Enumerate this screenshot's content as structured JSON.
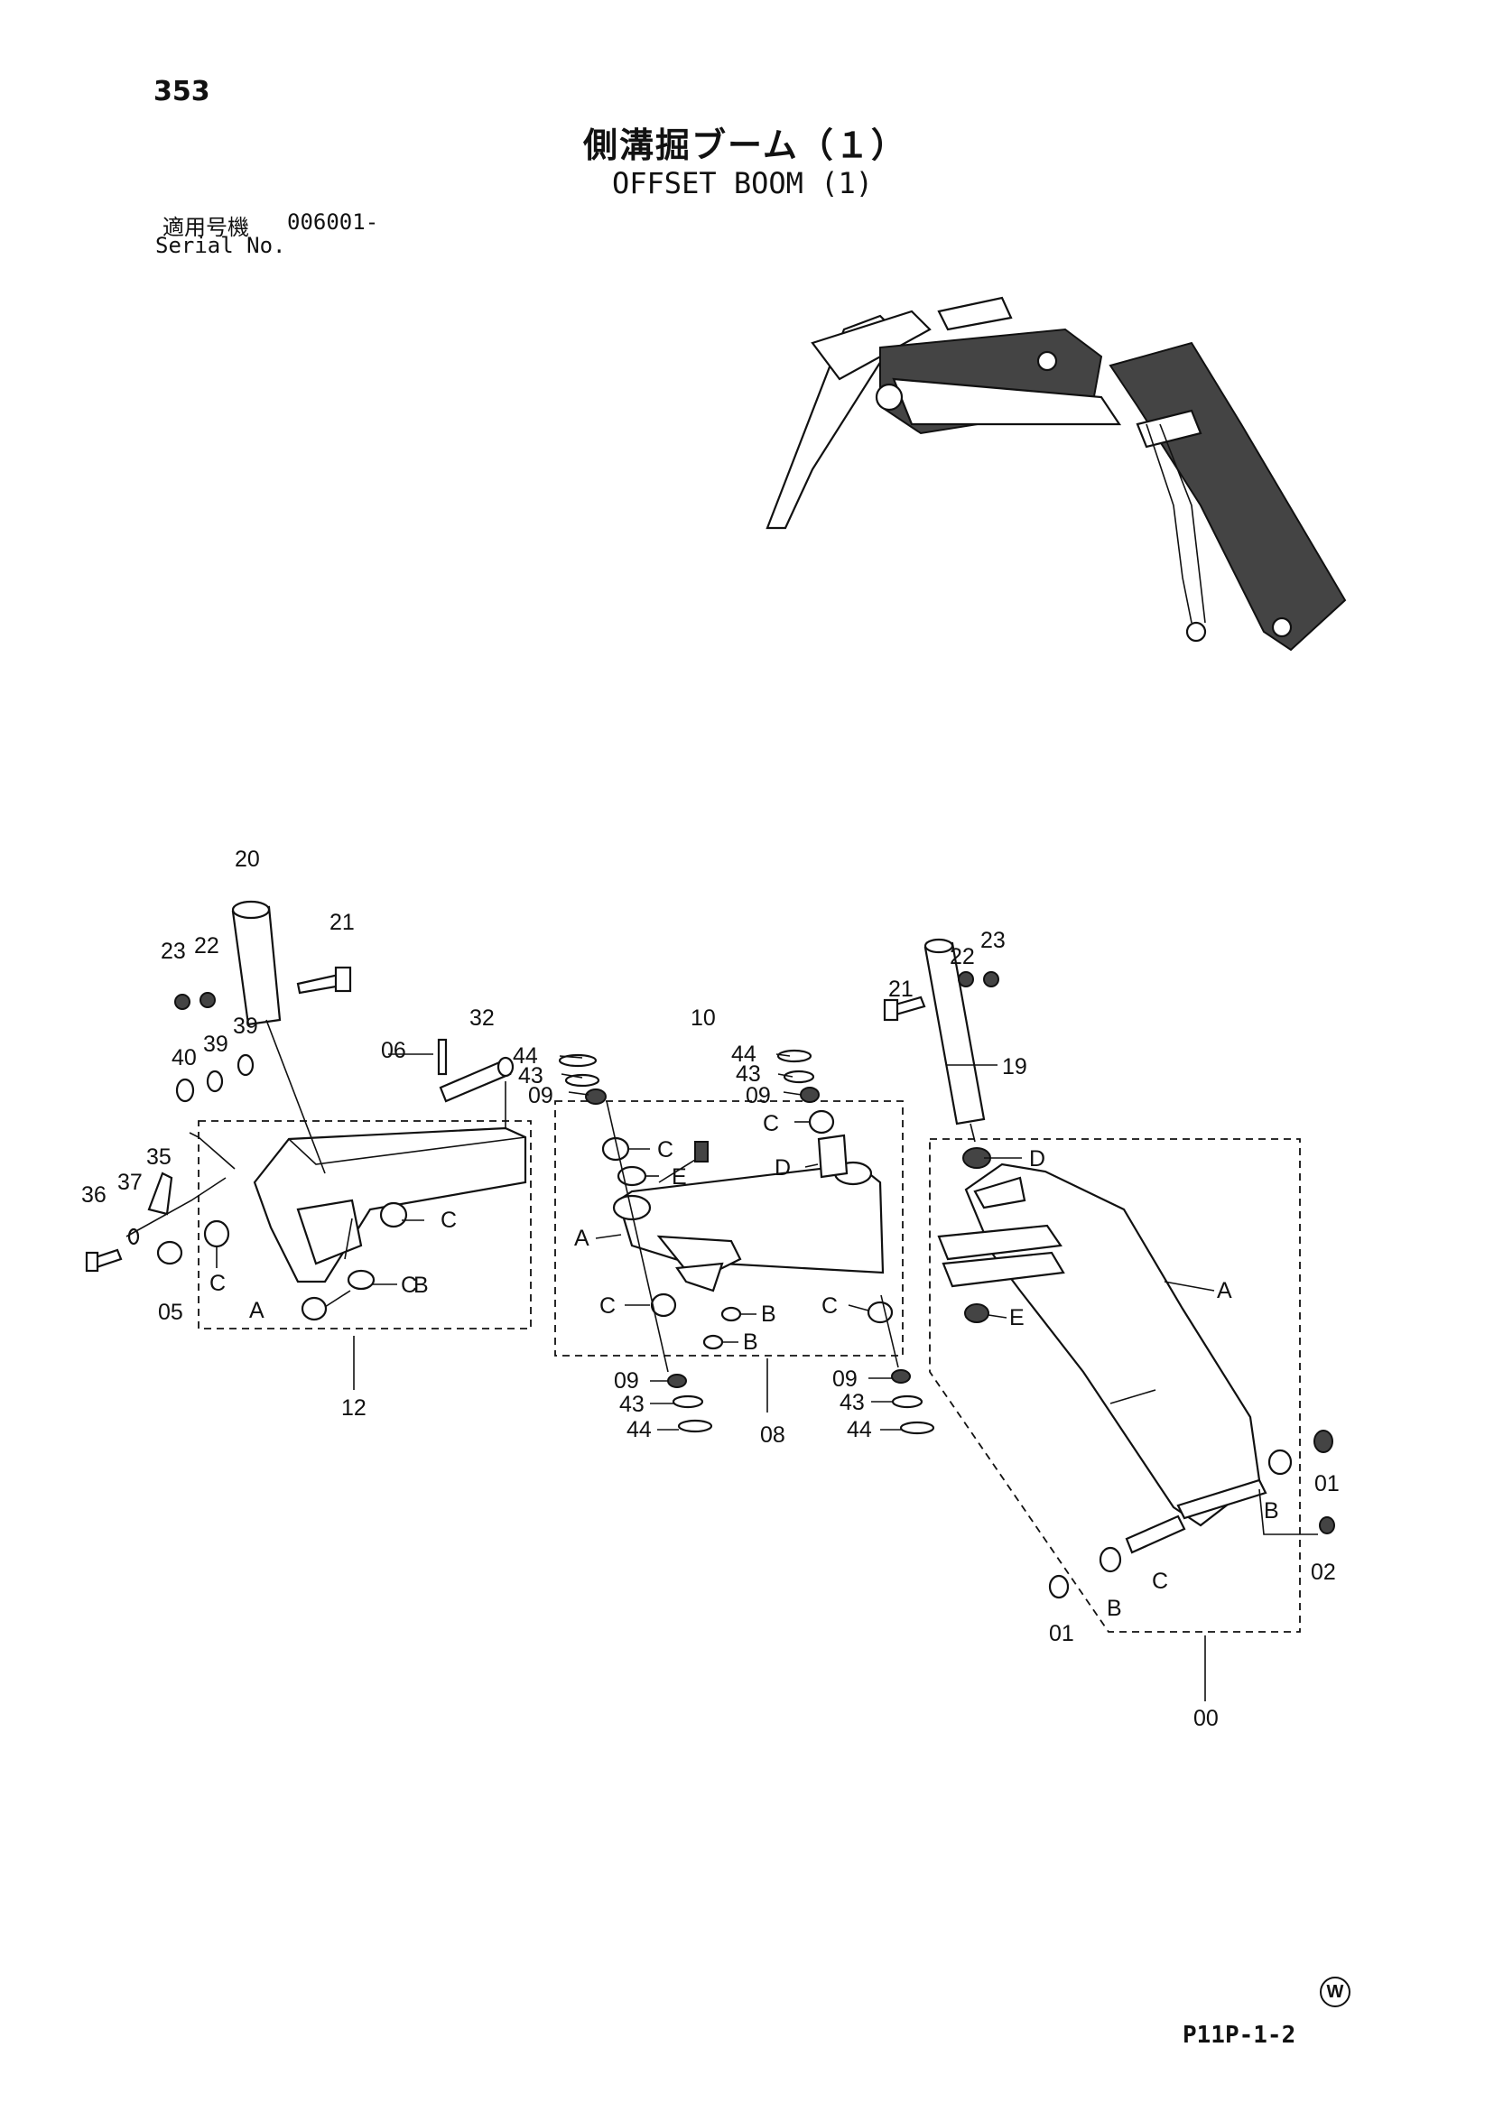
{
  "header": {
    "page_number": "353",
    "title_jp": "側溝掘ブーム（１）",
    "title_en": "OFFSET BOOM (1)",
    "serial_label_jp": "適用号機",
    "serial_value": "006001-",
    "serial_label_en": "Serial No."
  },
  "footer": {
    "figure_code": "P11P-1-2",
    "mark": "W"
  },
  "callouts": {
    "c20": "20",
    "c21a": "21",
    "c23a": "23",
    "c22a": "22",
    "c06": "06",
    "c32": "32",
    "c40": "40",
    "c39a": "39",
    "c39b": "39",
    "c35": "35",
    "c36": "36",
    "c37": "37",
    "c05": "05",
    "c12": "12",
    "cA1": "A",
    "cC1": "C",
    "cC2": "C",
    "cC3": "C",
    "cB1": "B",
    "c44a": "44",
    "c43a": "43",
    "c09a": "09",
    "c10": "10",
    "c44b": "44",
    "c43b": "43",
    "c09b": "09",
    "cC4": "C",
    "cE1": "E",
    "cC5": "C",
    "cD1": "D",
    "cA2": "A",
    "cC6": "C",
    "cB2": "B",
    "cB3": "B",
    "cC7": "C",
    "c09c": "09",
    "c43c": "43",
    "c44c": "44",
    "c09d": "09",
    "c43d": "43",
    "c44d": "44",
    "c08": "08",
    "c21b": "21",
    "c22b": "22",
    "c23b": "23",
    "c19": "19",
    "cD2": "D",
    "cA3": "A",
    "cE2": "E",
    "c01a": "01",
    "cB4": "B",
    "c02": "02",
    "cC8": "C",
    "cB5": "B",
    "c01b": "01",
    "c00": "00"
  }
}
